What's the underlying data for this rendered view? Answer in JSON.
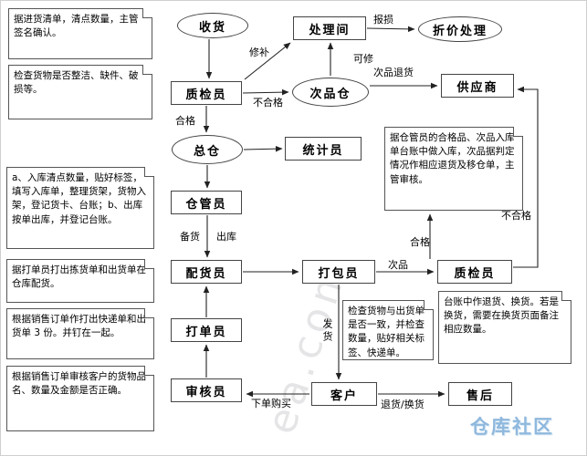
{
  "nodes": {
    "shouhuo": "收货",
    "chulijian": "处理间",
    "zhejia_chuli": "折价处理",
    "zhijianyuan_in": "质检员",
    "cipincang": "次品仓",
    "gongyingshang": "供应商",
    "zongcang": "总仓",
    "tongjiyuan": "统计员",
    "cangguanyuan": "仓管员",
    "peihuoyuan": "配货员",
    "dabaoyuan": "打包员",
    "zhijianyuan_out": "质检员",
    "dadanyuan": "打单员",
    "shenheyuan": "审核员",
    "kehu": "客户",
    "shouhou": "售后"
  },
  "notes": {
    "receive": "据进货清单，清点数量，主管签名确认。",
    "inspect": "检查货物是否整洁、缺件、破损等。",
    "stats": "据仓管员的合格品、次品入库单台账中做入库，次品据判定情况作相应退货及移仓单，主管审核。",
    "warehouse_ab": "a、入库清点数量，贴好标签，填写入库单，整理货架，货物入架，登记货卡、台账；b、出库按单出库，并登记台账。",
    "picking": "据打单员打出拣货单和出货单在仓库配货。",
    "printing": "根据销售订单作打出快递单和出货单 3 份。并钉在一起。",
    "packing_check": "检查货物与出货单是否一致，并检查数量，贴好相关标签、快递单。",
    "aftersale_ledger": "台账中作退货、换货。若是换货，需要在换货页面备注相应数量。",
    "audit": "根据销售订单审核客户的货物品名、数量及金额是否正确。"
  },
  "edge_labels": {
    "baosun": "报损",
    "xiubu": "修补",
    "kexiu": "可修",
    "cipin_tuihuo": "次品退货",
    "buhege_in": "不合格",
    "hege_in": "合格",
    "beihuo": "备货",
    "chuku": "出库",
    "cipin": "次品",
    "hege_out": "合格",
    "buhege_out": "不合格",
    "fahuo": "发货",
    "xiadan_goumai": "下单购买",
    "tuihuo_huanhuo": "退货/换货"
  },
  "watermarks": {
    "diagonal": "ea.com",
    "corner": "仓库社区"
  }
}
